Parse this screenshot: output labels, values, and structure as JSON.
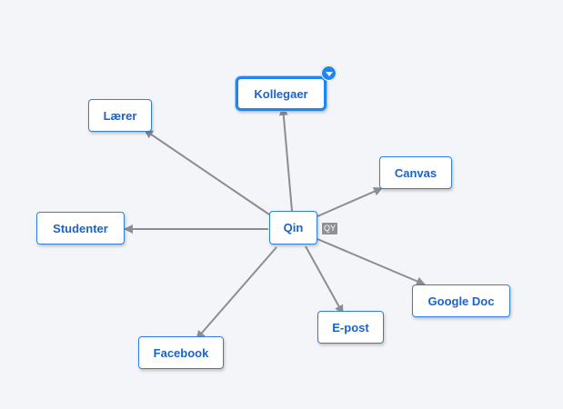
{
  "map": {
    "central": {
      "label": "Qin",
      "badge": "QY"
    },
    "nodes": [
      {
        "id": "kollegaer",
        "label": "Kollegaer",
        "selected": true
      },
      {
        "id": "laerer",
        "label": "Lærer"
      },
      {
        "id": "canvas",
        "label": "Canvas"
      },
      {
        "id": "studenter",
        "label": "Studenter"
      },
      {
        "id": "google-doc",
        "label": "Google Doc"
      },
      {
        "id": "e-post",
        "label": "E-post"
      },
      {
        "id": "facebook",
        "label": "Facebook"
      }
    ]
  },
  "colors": {
    "accent": "#1d86f0",
    "node_text": "#1a63c7",
    "link": "#8a8d96",
    "background": "#f4f5f8"
  }
}
